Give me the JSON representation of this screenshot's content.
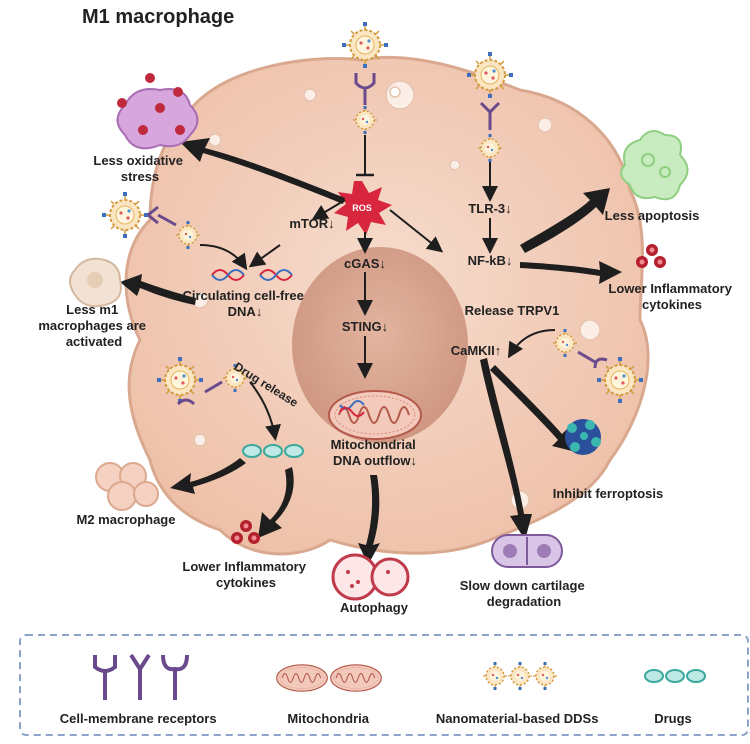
{
  "title": "M1 macrophage",
  "labels": {
    "ros": "ROS",
    "less_oxidative": [
      "Less oxidative",
      "stress"
    ],
    "mtor": "mTOR↓",
    "cgas": "cGAS↓",
    "sting": "STING↓",
    "tlr3": "TLR-3↓",
    "nfkb": "NF-kB↓",
    "less_apoptosis": "Less apoptosis",
    "lower_inflam_right": [
      "Lower Inflammatory",
      "cytokines"
    ],
    "release_trpv1": "Release TRPV1",
    "camkii": "CaMKII↑",
    "cfdna": [
      "Circulating cell-free",
      "DNA↓"
    ],
    "less_m1": [
      "Less m1",
      "macrophages are",
      "activated"
    ],
    "drug_release": "Drug release",
    "mito_dna": [
      "Mitochondrial",
      "DNA outflow↓"
    ],
    "m2": "M2 macrophage",
    "lower_inflam_left": [
      "Lower Inflammatory",
      "cytokines"
    ],
    "autophagy": "Autophagy",
    "inhibit_ferroptosis": "Inhibit ferroptosis",
    "slow_cartilage": [
      "Slow down cartilage",
      "degradation"
    ]
  },
  "legend": {
    "items": [
      "Cell-membrane receptors",
      "Mitochondria",
      "Nanomaterial-based DDSs",
      "Drugs"
    ]
  },
  "colors": {
    "cell": "#f4d3c1",
    "nucleus": "#d9a48e",
    "arrow": "#1e1e1e",
    "ros": "#d7263d",
    "receptor": "#6a4a8c",
    "legend_border": "#8da2c8"
  }
}
